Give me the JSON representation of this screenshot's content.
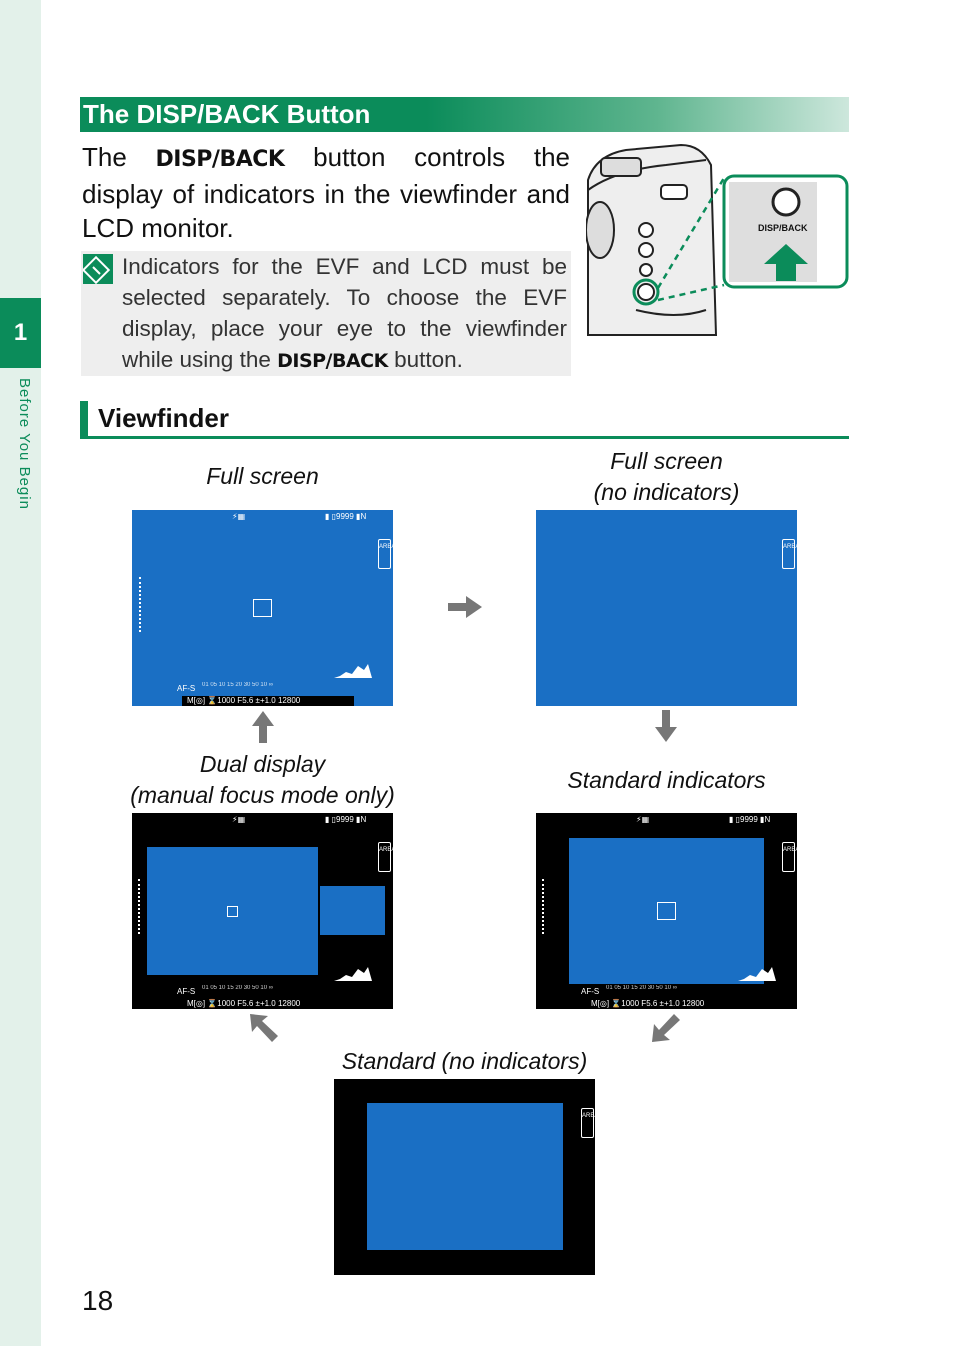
{
  "sidebar": {
    "chapter_number": "1",
    "chapter_title": "Before You Begin"
  },
  "section": {
    "title": "The DISP/BACK Button"
  },
  "intro": {
    "prefix": "The ",
    "button": "DISP/BACK",
    "suffix": " button controls the display of indicators in the viewfinder and LCD monitor."
  },
  "note": {
    "prefix": "Indicators for the EVF and LCD must be selected separately. To choose the EVF display, place your eye to the viewfinder while using the ",
    "button": "DISP/BACK",
    "suffix": " button."
  },
  "camera": {
    "button_label": "DISP/BACK"
  },
  "viewfinder": {
    "title": "Viewfinder",
    "captions": {
      "full_screen": "Full screen",
      "full_no_ind_1": "Full screen",
      "full_no_ind_2": "(no indicators)",
      "dual_1": "Dual display",
      "dual_2": "(manual focus mode only)",
      "standard": "Standard indicators",
      "standard_no": "Standard (no indicators)"
    },
    "screen": {
      "area": "AREA",
      "shots": "9999",
      "af_mode": "AF-S",
      "shutter": "1000",
      "aperture": "5.6",
      "exposure": "+1.0",
      "iso": "12800",
      "distance_scale": "01 05 10 15 20 30 50 10 ∞",
      "mode": "M"
    }
  },
  "page": {
    "number": "18"
  },
  "colors": {
    "accent": "#0b8c5a",
    "screen_blue": "#1a6fc4",
    "arrow_gray": "#777777"
  }
}
